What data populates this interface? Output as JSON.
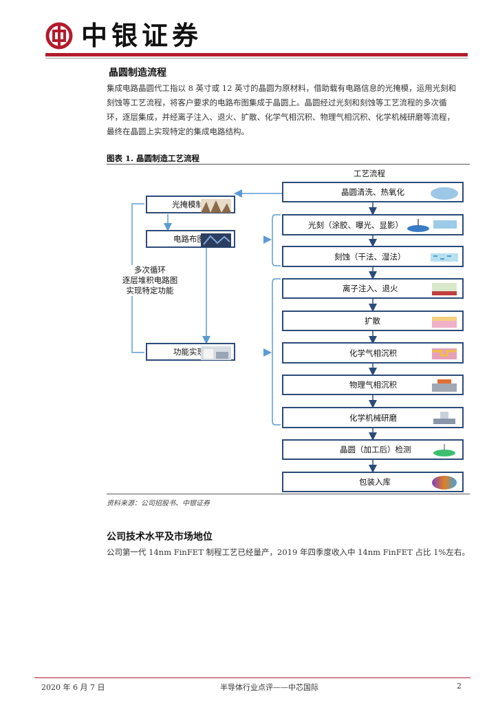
{
  "header": {
    "brand": "中银证券",
    "accent_color": "#b31b2c"
  },
  "section1": {
    "title": "晶圆制造流程",
    "paragraph_lines": [
      "集成电路晶圆代工指以 8 英寸或 12 英寸的晶圆为原材料，借助载有电路信息的光掩模，运用光刻和",
      "刻蚀等工艺流程，将客户要求的电路布图集成于晶圆上。晶圆经过光刻和刻蚀等工艺流程的多次循",
      "环，逐层集成，并经离子注入、退火、扩散、化学气相沉积、物理气相沉积、化学机械研磨等流程，",
      "最终在晶圆上实现特定的集成电路结构。"
    ]
  },
  "figure": {
    "title": "图表 1. 晶圆制造工艺流程",
    "process_header": "工艺流程",
    "left_steps": [
      "光掩模制作",
      "电路布图",
      "功能实现"
    ],
    "cycle_note_lines": [
      "多次循环",
      "逐层堆积电路图",
      "实现特定功能"
    ],
    "right_steps": [
      "晶圆清洗、热氧化",
      "光刻（涂胶、曝光、显影）",
      "刻蚀（干法、湿法）",
      "离子注入、退火",
      "扩散",
      "化学气相沉积",
      "物理气相沉积",
      "化学机械研磨",
      "晶圆（加工后）检测",
      "包装入库"
    ],
    "source": "资料来源：公司招股书、中银证券",
    "box_border_color": "#2a4a7a",
    "arrow_color": "#5b9bd5"
  },
  "section2": {
    "title": "公司技术水平及市场地位",
    "paragraph": "公司第一代 14nm FinFET 制程工艺已经量产，2019 年四季度收入中 14nm FinFET 占比 1%左右。"
  },
  "footer": {
    "date": "2020 年 6 月 7 日",
    "doc_title": "半导体行业点评——中芯国际",
    "page_number": "2"
  }
}
